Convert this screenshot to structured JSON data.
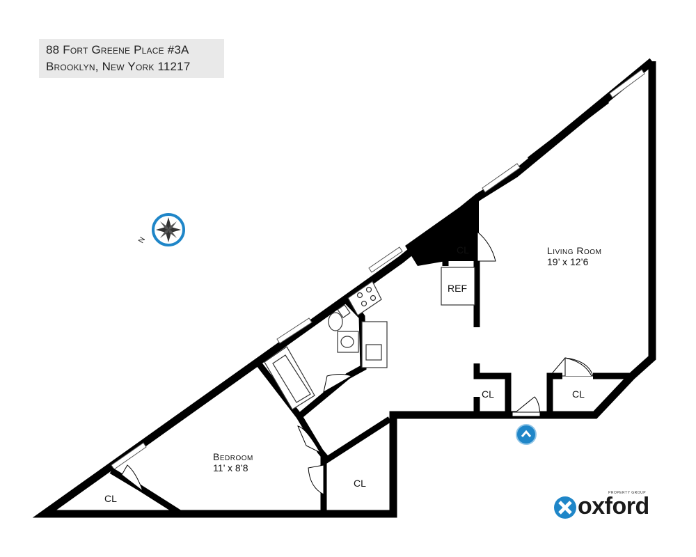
{
  "address": {
    "line1": "88 Fort Greene Place #3A",
    "line2": "Brooklyn, New York 11217"
  },
  "rooms": {
    "living_room": {
      "name": "Living Room",
      "dims": "19’ x 12’6"
    },
    "bedroom": {
      "name": "Bedroom",
      "dims": "11’ x 8’8"
    }
  },
  "labels": {
    "closet": "CL",
    "refrigerator": "REF",
    "compass_north": "N"
  },
  "brand": {
    "name": "oxford",
    "tagline": "PROPERTY GROUP"
  },
  "colors": {
    "wall": "#000000",
    "accent_blue": "#1f86c8",
    "address_bg": "#e9e9e9"
  },
  "icons": [
    "compass-icon",
    "entrance-arrow-icon",
    "oxford-logo-icon"
  ]
}
